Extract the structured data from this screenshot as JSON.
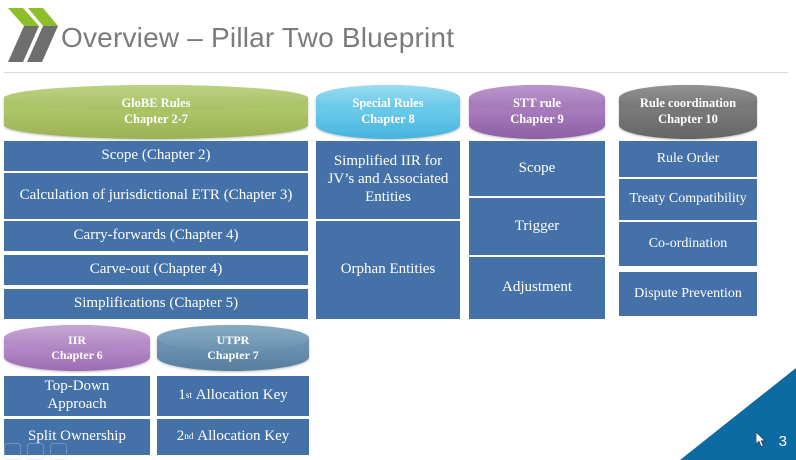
{
  "slide": {
    "title": "Overview – Pillar Two Blueprint",
    "page_number": "3",
    "logo_name": "double-chevron-logo",
    "colors": {
      "title_gray": "#7b7b7b",
      "box_blue": "#4472a8",
      "globe_green": "#a6bf5e",
      "special_cyan": "#62c4e6",
      "stt_purple": "#9a6fb0",
      "coord_gray": "#6f6f6f",
      "iir_lavender": "#a87cbd",
      "utpr_steel": "#5f87a6",
      "corner_blue": "#0d6ba4"
    }
  },
  "columns": [
    {
      "id": "globe-rules",
      "header": {
        "line1": "GloBE Rules",
        "line2": "Chapter 2-7",
        "style": "green"
      },
      "items": [
        "Scope (Chapter 2)",
        "Calculation of jurisdictional ETR (Chapter 3)",
        "Carry-forwards (Chapter 4)",
        "Carve-out (Chapter 4)",
        "Simplifications (Chapter 5)"
      ]
    },
    {
      "id": "special-rules",
      "header": {
        "line1": "Special Rules",
        "line2": "Chapter 8",
        "style": "cyan"
      },
      "items": [
        "Simplified IIR for JV’s and Associated Entities",
        "Orphan Entities"
      ]
    },
    {
      "id": "stt-rule",
      "header": {
        "line1": "STT rule",
        "line2": "Chapter 9",
        "style": "purple"
      },
      "items": [
        "Scope",
        "Trigger",
        "Adjustment"
      ]
    },
    {
      "id": "rule-coordination",
      "header": {
        "line1": "Rule coordination",
        "line2": "Chapter 10",
        "style": "gray"
      },
      "items": [
        "Rule Order",
        "Treaty Compatibility",
        "Co-ordination",
        "Dispute Prevention"
      ]
    }
  ],
  "sub_columns": [
    {
      "id": "iir",
      "header": {
        "line1": "IIR",
        "line2": "Chapter 6",
        "style": "lavender"
      },
      "items": [
        "Top-Down Approach",
        "Split Ownership"
      ]
    },
    {
      "id": "utpr",
      "header": {
        "line1": "UTPR",
        "line2": "Chapter 7",
        "style": "steel"
      },
      "items": [
        "1st Allocation Key",
        "2nd Allocation Key"
      ]
    }
  ]
}
